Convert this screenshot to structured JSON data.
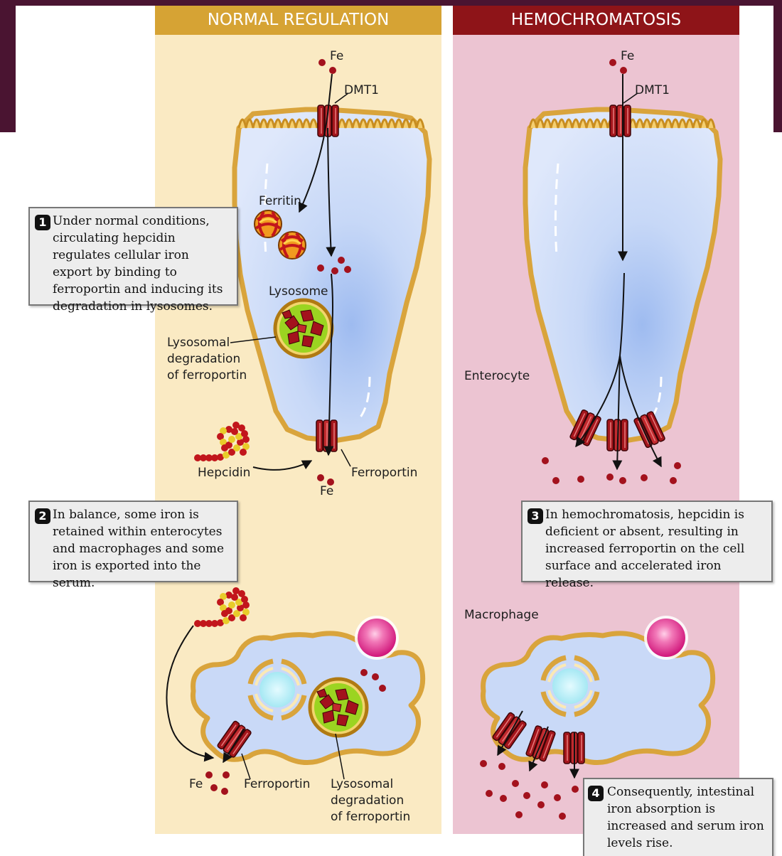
{
  "panels": {
    "normal": {
      "title": "NORMAL REGULATION"
    },
    "hemo": {
      "title": "HEMOCHROMATOSIS"
    }
  },
  "labels": {
    "fe_top_normal": "Fe",
    "fe_top_hemo": "Fe",
    "dmt1_normal": "DMT1",
    "dmt1_hemo": "DMT1",
    "ferritin": "Ferritin",
    "lysosome": "Lysosome",
    "lysosomal_degradation_1": "Lysosomal\ndegradation\nof ferroportin",
    "hepcidin": "Hepcidin",
    "ferroportin_enterocyte": "Ferroportin",
    "fe_bottom_enterocyte": "Fe",
    "enterocyte": "Enterocyte",
    "macrophage": "Macrophage",
    "fe_macrophage": "Fe",
    "ferroportin_macrophage": "Ferroportin",
    "lysosomal_degradation_2": "Lysosomal\ndegradation\nof ferroportin"
  },
  "callouts": [
    {
      "number": "1",
      "text": "Under normal conditions, circulating hepcidin regulates cellular iron export by binding to ferroportin and inducing its degradation in lysosomes."
    },
    {
      "number": "2",
      "text": "In balance, some iron is retained within enterocytes and macrophages and some iron is exported into the serum."
    },
    {
      "number": "3",
      "text": "In hemochromatosis, hepcidin is deficient or absent, resulting in increased ferroportin on the cell surface and accelerated iron release."
    },
    {
      "number": "4",
      "text": "Consequently, intestinal iron absorption is increased and serum iron levels rise."
    }
  ],
  "colors": {
    "frame": "#4a1431",
    "normal_panel": "#faeac3",
    "normal_header": "#d6a334",
    "hemo_panel": "#ecc4d2",
    "hemo_header": "#8e1418",
    "membrane": "#d9a43c",
    "cytoplasm": "#c9d9f7",
    "iron": "#a3121d",
    "channel": "#a4161c"
  },
  "icons": [
    "fe-dot-icon",
    "dmt1-channel-icon",
    "ferroportin-channel-icon",
    "ferritin-icon",
    "lysosome-icon",
    "hepcidin-icon",
    "nucleus-icon",
    "granule-icon"
  ]
}
